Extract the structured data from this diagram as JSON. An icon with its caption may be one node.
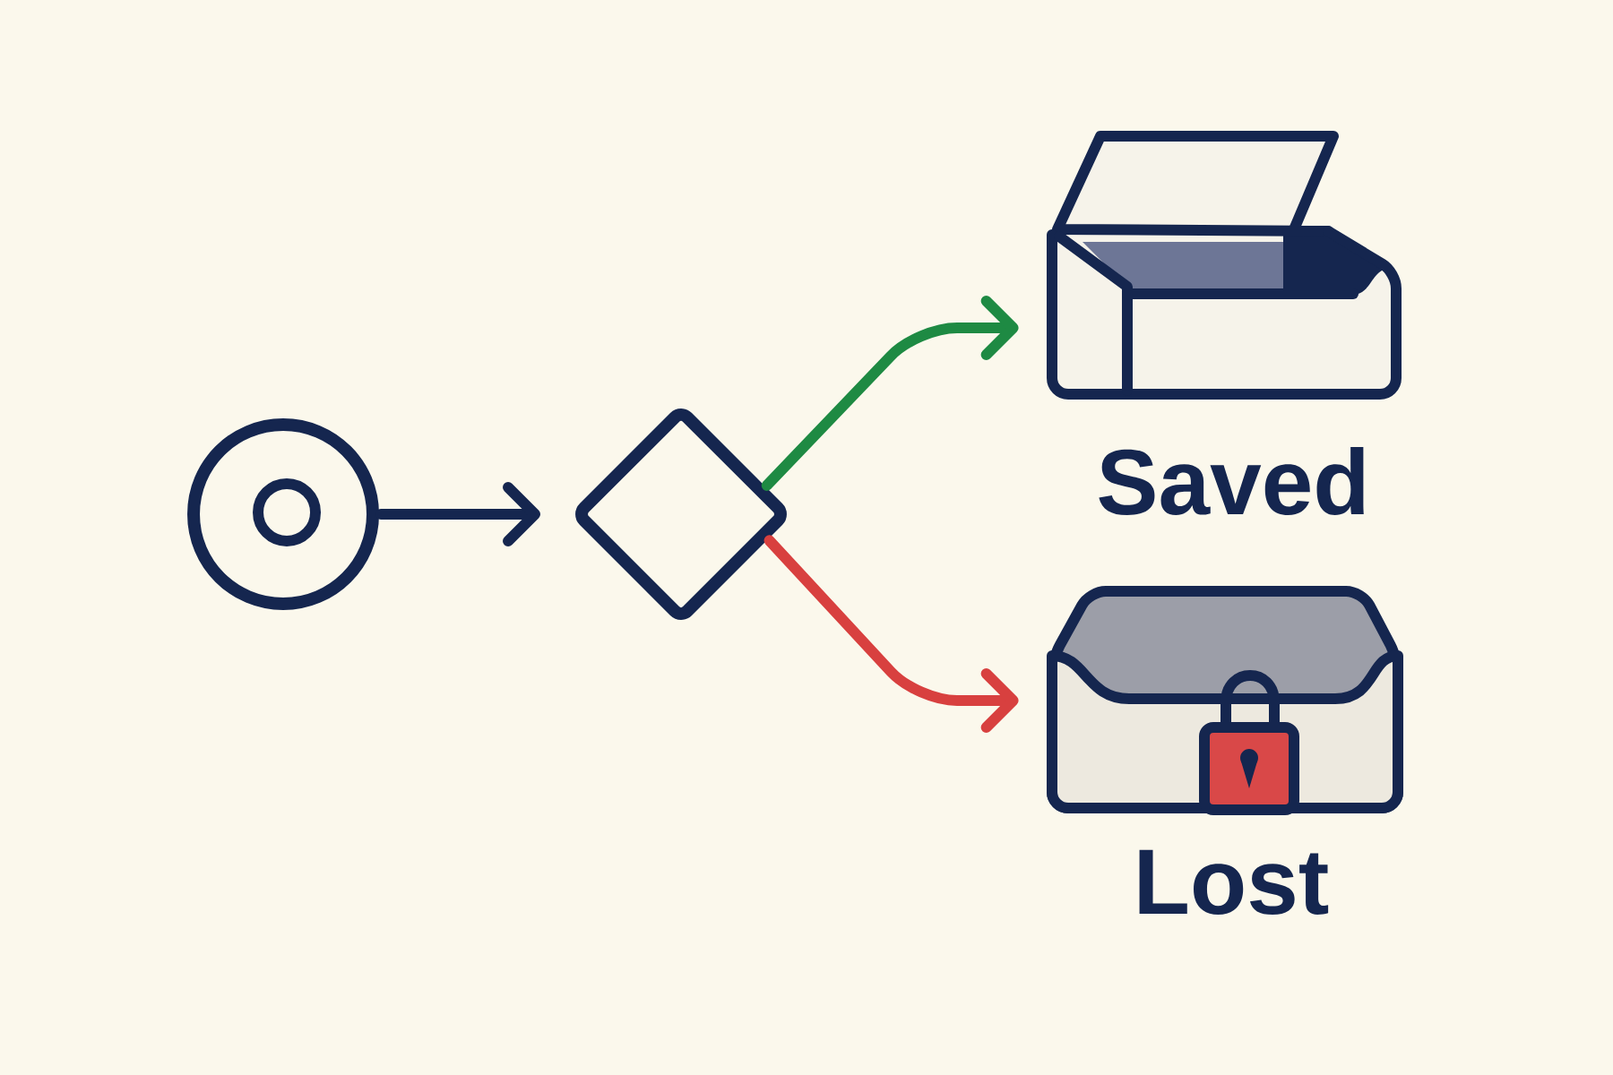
{
  "diagram": {
    "nodes": [
      {
        "text": [],
        "shape": "circle"
      },
      {
        "text": [],
        "shape": "diamond"
      },
      {
        "text": [
          "Saved"
        ]
      },
      {
        "text": [
          "Lost"
        ]
      }
    ],
    "edges": [
      {
        "from": 0,
        "to": 1,
        "arrow": "to"
      },
      {
        "from": 1,
        "to": 2,
        "arrow": "to",
        "color": "#1e8a43"
      },
      {
        "from": 1,
        "to": 3,
        "arrow": "to",
        "color": "#d8403f"
      }
    ]
  }
}
